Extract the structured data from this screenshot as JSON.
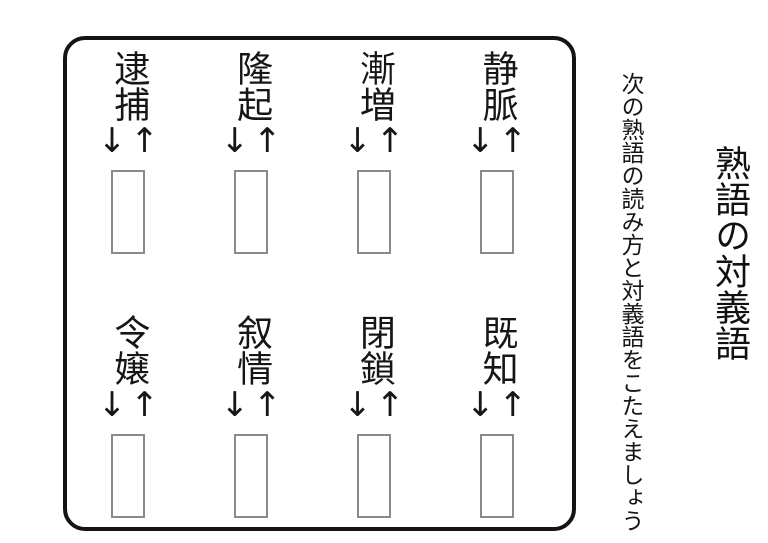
{
  "page": {
    "title": "熟語の対義語",
    "instruction": "次の熟語の読み方と対義語をこたえましょう",
    "background": "#ffffff",
    "ink_color": "#161616",
    "card_border_color": "#141414",
    "answer_box_border_color": "#8a8a8a"
  },
  "worksheet": {
    "arrows": "↓↑",
    "answer_box_count": 8,
    "words": [
      "逮捕",
      "隆起",
      "漸増",
      "静脈",
      "令嬢",
      "叙情",
      "閉鎖",
      "既知"
    ]
  }
}
